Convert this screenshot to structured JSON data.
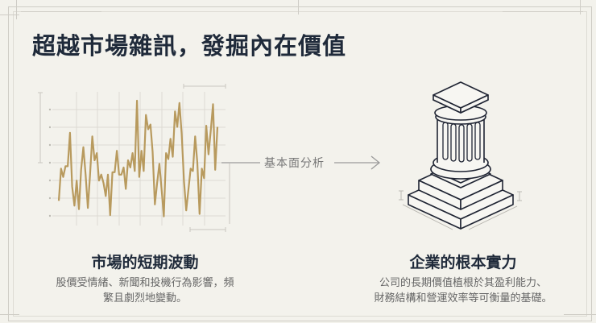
{
  "title": "超越市場雜訊，發掘內在價值",
  "flow": {
    "label": "基本面分析",
    "arrow_icon": "arrow-right-icon"
  },
  "left_panel": {
    "heading": "市場的短期波動",
    "description_line1": "股價受情緒、新聞和投機行為影響，頻",
    "description_line2": "繁且劇烈地變動。",
    "illustration": "volatile-line-chart"
  },
  "right_panel": {
    "heading": "企業的根本實力",
    "description_line1": "公司的長期價值植根於其盈利能力、",
    "description_line2": "財務結構和營運效率等可衡量的基礎。",
    "illustration": "classical-column-icon"
  },
  "colors": {
    "background": "#f3f2ec",
    "title": "#1f2a3a",
    "line": "#b89a5e",
    "grid": "#dcdad3",
    "text_muted": "#666666"
  },
  "chart_data": {
    "type": "line",
    "title": "",
    "xlabel": "",
    "ylabel": "",
    "grid": true,
    "note": "Illustrative volatile price line, no labeled axes",
    "y": [
      18,
      45,
      38,
      47,
      47,
      75,
      30,
      14,
      35,
      11,
      44,
      63,
      40,
      12,
      40,
      72,
      52,
      58,
      35,
      40,
      33,
      22,
      40,
      6,
      42,
      42,
      60,
      40,
      40,
      46,
      28,
      52,
      46,
      58,
      43,
      102,
      38,
      60,
      43,
      90,
      78,
      82,
      59,
      15,
      33,
      49,
      28,
      5,
      58,
      53,
      70,
      55,
      93,
      80,
      100,
      74,
      35,
      10,
      27,
      45,
      43,
      72,
      50,
      7,
      45,
      37,
      81,
      57,
      77,
      99,
      44,
      80
    ]
  }
}
